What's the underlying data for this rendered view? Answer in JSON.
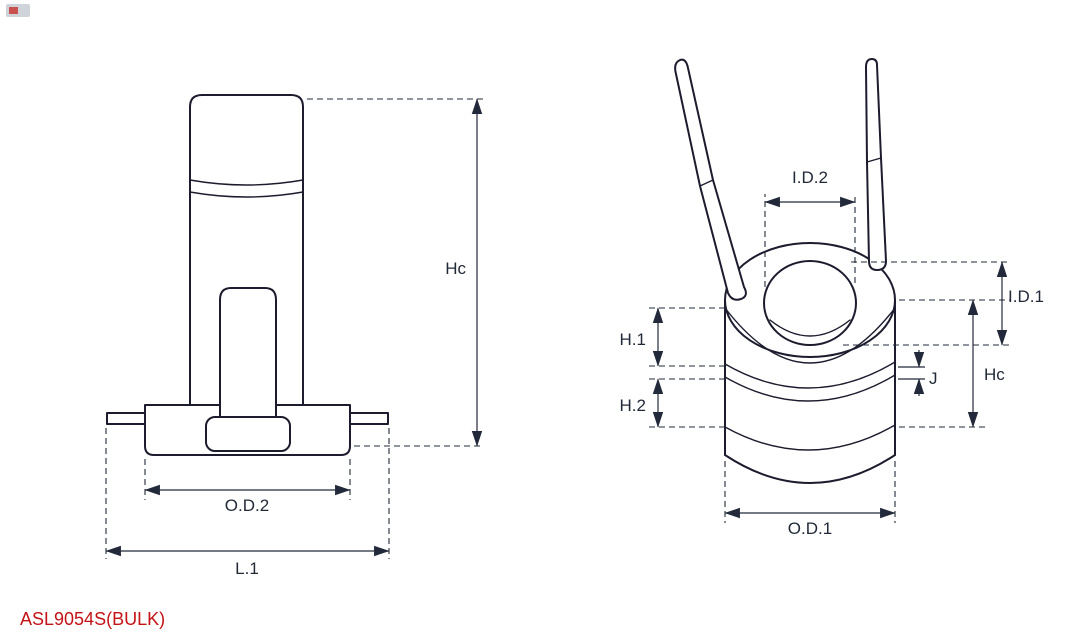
{
  "page": {
    "background": "#ffffff"
  },
  "part_number": "ASL9054S(BULK)",
  "colors": {
    "drawing_line": "#1c1c2e",
    "dimension_text": "#222a38",
    "part_number_red": "#c41215"
  },
  "views": {
    "side_view": {
      "dimensions": {
        "hc": "Hc",
        "od2": "O.D.2",
        "l1": "L.1"
      }
    },
    "perspective_view": {
      "dimensions": {
        "id2": "I.D.2",
        "id1": "I.D.1",
        "h1": "H.1",
        "h2": "H.2",
        "j": "J",
        "hc": "Hc",
        "od1": "O.D.1"
      }
    }
  }
}
